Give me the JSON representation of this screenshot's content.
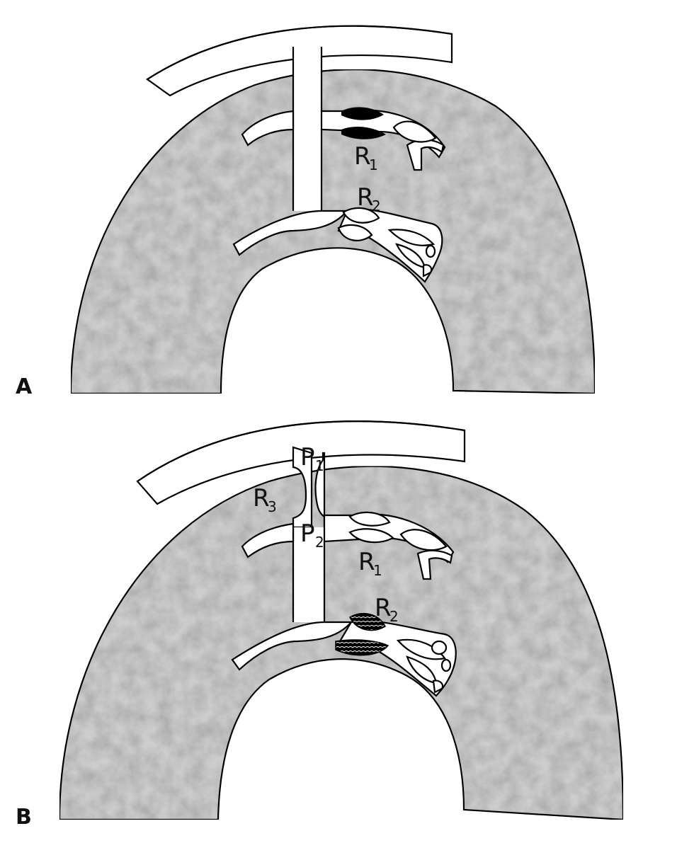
{
  "panels": [
    {
      "letter": "A",
      "labels": [
        {
          "main": "R",
          "sub": "1"
        },
        {
          "main": "R",
          "sub": "2"
        }
      ]
    },
    {
      "letter": "B",
      "labels": [
        {
          "main": "P",
          "sub": "1"
        },
        {
          "main": "R",
          "sub": "3"
        },
        {
          "main": "P",
          "sub": "2"
        },
        {
          "main": "R",
          "sub": "1"
        },
        {
          "main": "R",
          "sub": "2"
        }
      ]
    }
  ],
  "colors": {
    "tissue": "#c9c9c9",
    "lesion_solid": "#000000",
    "lesion_hatched": "#222222"
  }
}
